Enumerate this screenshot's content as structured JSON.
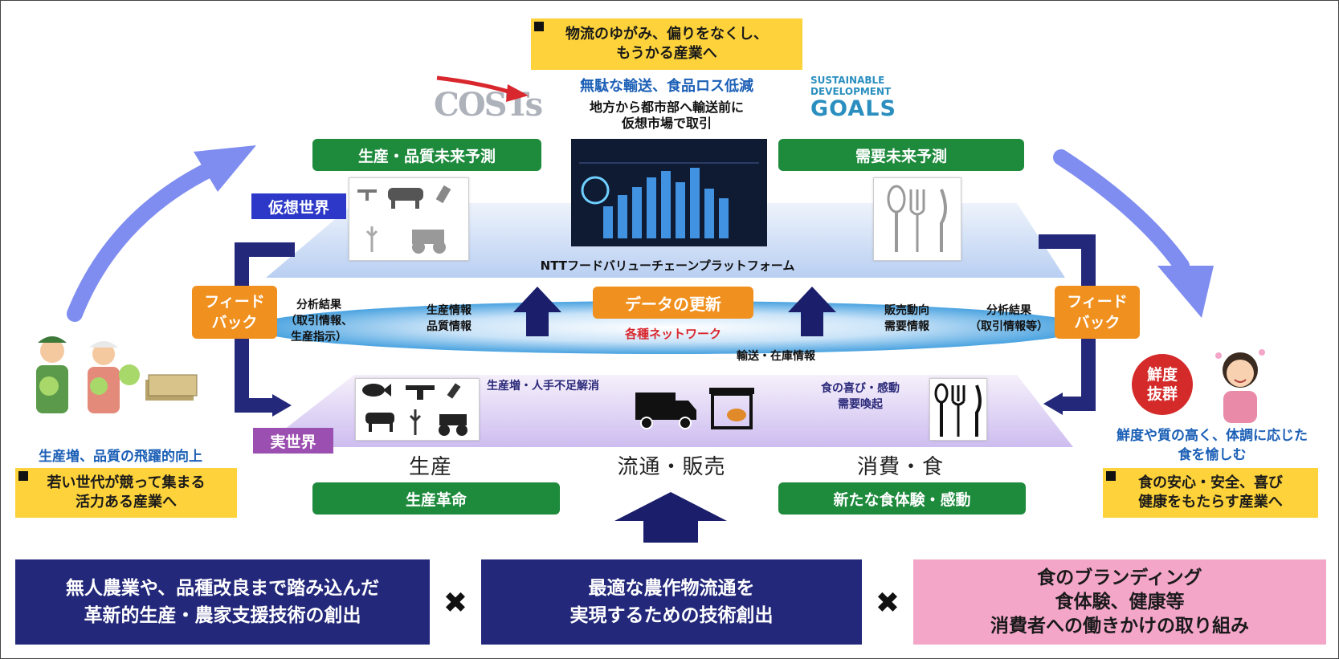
{
  "top": {
    "goal_box": [
      "物流のゆがみ、偏りをなくし、",
      "もうかる産業へ"
    ],
    "blue_line": "無駄な輸送、食品ロス低減",
    "black_lines": [
      "地方から都市部へ輸送前に",
      "仮想市場で取引"
    ],
    "costs_logo": "COSTs",
    "sdg_logo": [
      "SUSTAINABLE",
      "DEVELOPMENT",
      "GOALS"
    ]
  },
  "virtual": {
    "label": "仮想世界",
    "platform": "NTTフードバリューチェーンプラットフォーム",
    "predict_left": "生産・品質未来予測",
    "predict_right": "需要未来予測"
  },
  "data_layer": {
    "update": "データの更新",
    "network": "各種ネットワーク",
    "left_info": [
      "生産情報",
      "品質情報"
    ],
    "right_info": [
      "販売動向",
      "需要情報"
    ],
    "transport": "輸送・在庫情報"
  },
  "feedback": {
    "left": {
      "label": [
        "フィード",
        "バック"
      ],
      "text": [
        "分析結果",
        "（取引情報、",
        "生産指示）"
      ]
    },
    "right": {
      "label": [
        "フィード",
        "バック"
      ],
      "text": [
        "分析結果",
        "（取引情報等）"
      ]
    }
  },
  "real": {
    "label": "実世界",
    "production_note": "生産増・人手不足解消",
    "consumption_note": [
      "食の喜び・感動",
      "需要喚起"
    ],
    "stages": [
      "生産",
      "流通・販売",
      "消費・食"
    ],
    "revolution_left": "生産革命",
    "revolution_right": "新たな食体験・感動"
  },
  "left_side": {
    "caption": "生産増、品質の飛躍的向上",
    "goal": [
      "若い世代が競って集まる",
      "活力ある産業へ"
    ]
  },
  "right_side": {
    "stamp": [
      "鮮度",
      "抜群"
    ],
    "caption": [
      "鮮度や質の高く、体調に応じた",
      "食を愉しむ"
    ],
    "goal": [
      "食の安心・安全、喜び",
      "健康をもたらす産業へ"
    ]
  },
  "bottom": {
    "left": [
      "無人農業や、品種改良まで踏み込んだ",
      "革新的生産・農家支援技術の創出"
    ],
    "middle": [
      "最適な農作物流通を",
      "実現するための技術創出"
    ],
    "right": [
      "食のブランディング",
      "食体験、健康等",
      "消費者への働きかけの取り組み"
    ],
    "times": "✖"
  },
  "colors": {
    "green": "#1e8a3c",
    "orange": "#f0901e",
    "yellow": "#fdd23a",
    "navy": "#23287a",
    "pink": "#f4a6c9",
    "blue_text": "#1b5fb6",
    "virtual_label": "#2d38c8",
    "real_label": "#9b4fb0"
  }
}
